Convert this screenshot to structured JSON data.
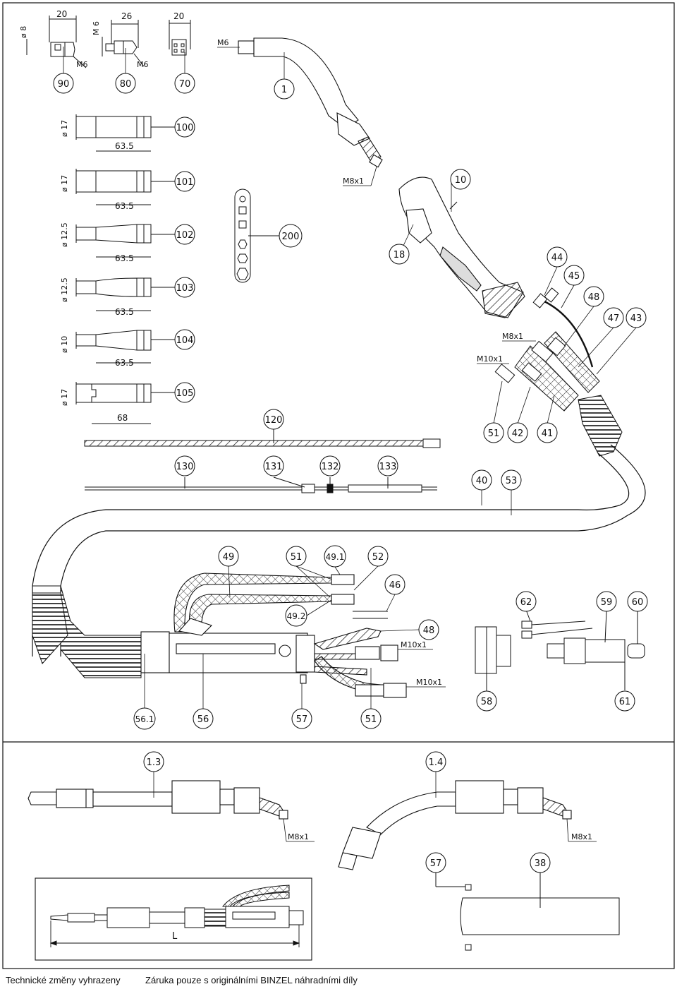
{
  "footer": {
    "left": "Technické změny vyhrazeny",
    "right": "Záruka pouze s originálními BINZEL náhradními díly"
  },
  "dims": {
    "d90_w": "20",
    "d90_h": "ø 8",
    "d90_t": "M6",
    "d80_w": "26",
    "d80_h": "M 6",
    "d80_t": "M6",
    "d70_w": "20",
    "neck_thread": "M6",
    "n100_d": "ø 17",
    "n100_l": "63.5",
    "n101_d": "ø 17",
    "n101_l": "63.5",
    "n102_d": "ø 12.5",
    "n102_l": "63.5",
    "n103_d": "ø 12.5",
    "n103_l": "63.5",
    "n104_d": "ø 10",
    "n104_l": "63.5",
    "n105_d": "ø 17",
    "n105_l": "68",
    "m8a": "M8x1",
    "m8b": "M8x1",
    "m10a": "M10x1",
    "m10b": "M10x1",
    "m10c": "M10x1",
    "m8c": "M8x1",
    "m8d": "M8x1",
    "len": "L"
  },
  "parts": {
    "p90": "90",
    "p80": "80",
    "p70": "70",
    "p1": "1",
    "p100": "100",
    "p101": "101",
    "p102": "102",
    "p103": "103",
    "p104": "104",
    "p105": "105",
    "p200": "200",
    "p10": "10",
    "p18": "18",
    "p44": "44",
    "p45": "45",
    "p48a": "48",
    "p47": "47",
    "p43": "43",
    "p51a": "51",
    "p42": "42",
    "p41": "41",
    "p120": "120",
    "p130": "130",
    "p131": "131",
    "p132": "132",
    "p133": "133",
    "p40": "40",
    "p53": "53",
    "p49": "49",
    "p51b": "51",
    "p491": "49.1",
    "p52": "52",
    "p46": "46",
    "p492": "49.2",
    "p48b": "48",
    "p62": "62",
    "p59": "59",
    "p60": "60",
    "p58": "58",
    "p61": "61",
    "p561": "56.1",
    "p56": "56",
    "p57a": "57",
    "p51c": "51",
    "p13": "1.3",
    "p14": "1.4",
    "p57b": "57",
    "p38": "38"
  }
}
